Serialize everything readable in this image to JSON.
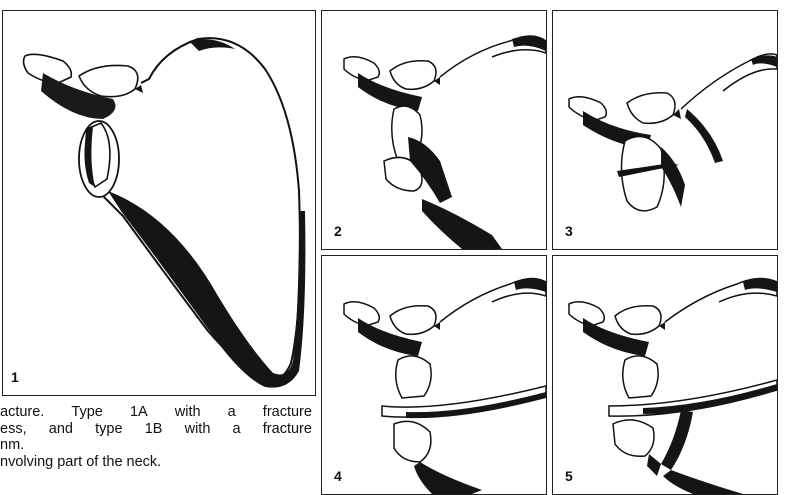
{
  "figure": {
    "panels": [
      {
        "label": "1"
      },
      {
        "label": "2"
      },
      {
        "label": "3"
      },
      {
        "label": "4"
      },
      {
        "label": "5"
      }
    ],
    "caption_lines": [
      [
        "acture.",
        "Type",
        "1A",
        "with",
        "a",
        "fracture"
      ],
      [
        "ess,",
        "and",
        "type",
        "1B",
        "with",
        "a",
        "fracture"
      ],
      [
        "nm."
      ],
      [
        "nvolving part of the neck."
      ]
    ]
  }
}
